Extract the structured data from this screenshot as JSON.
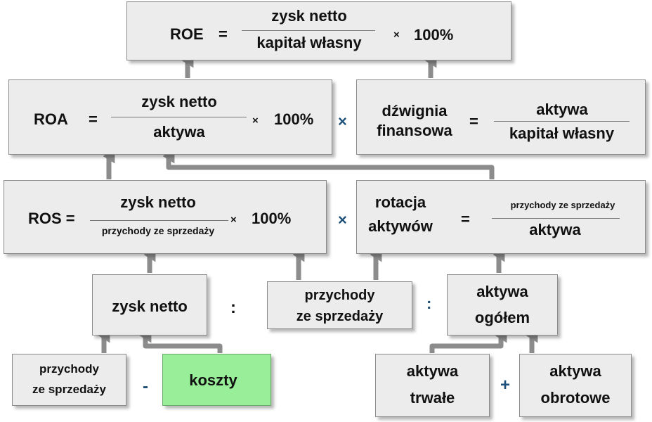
{
  "colors": {
    "box_fill": "#ececec",
    "box_border": "#8a8a8a",
    "highlight_fill": "#99ef99",
    "arrow": "#8c8c8c",
    "operator_blue": "#1d4f78"
  },
  "roe": {
    "label": "ROE",
    "eq": "=",
    "numerator": "zysk netto",
    "denominator": "kapitał własny",
    "times": "×",
    "percent": "100%"
  },
  "roa": {
    "label": "ROA",
    "eq": "=",
    "numerator": "zysk netto",
    "denominator": "aktywa",
    "times": "×",
    "percent": "100%"
  },
  "leverage": {
    "label_line1": "dźwignia",
    "label_line2": "finansowa",
    "eq": "=",
    "numerator": "aktywa",
    "denominator": "kapitał własny"
  },
  "ros": {
    "label": "ROS =",
    "numerator": "zysk netto",
    "denominator": "przychody ze sprzedaży",
    "times": "×",
    "percent": "100%"
  },
  "turnover": {
    "label_line1": "rotacja",
    "label_line2": "aktywów",
    "eq": "=",
    "numerator": "przychody ze sprzedaży",
    "denominator": "aktywa"
  },
  "net_profit": {
    "label": "zysk netto"
  },
  "sales": {
    "line1": "przychody",
    "line2": "ze sprzedaży"
  },
  "total_assets": {
    "line1": "aktywa",
    "line2": "ogółem"
  },
  "revenue": {
    "line1": "przychody",
    "line2": "ze sprzedaży"
  },
  "costs": {
    "label": "koszty"
  },
  "fixed_assets": {
    "line1": "aktywa",
    "line2": "trwałe"
  },
  "current_assets": {
    "line1": "aktywa",
    "line2": "obrotowe"
  },
  "operators": {
    "roa_times_leverage": "×",
    "ros_times_turnover": "×",
    "profit_div": ":",
    "sales_div": ":",
    "minus": "-",
    "plus": "+"
  }
}
